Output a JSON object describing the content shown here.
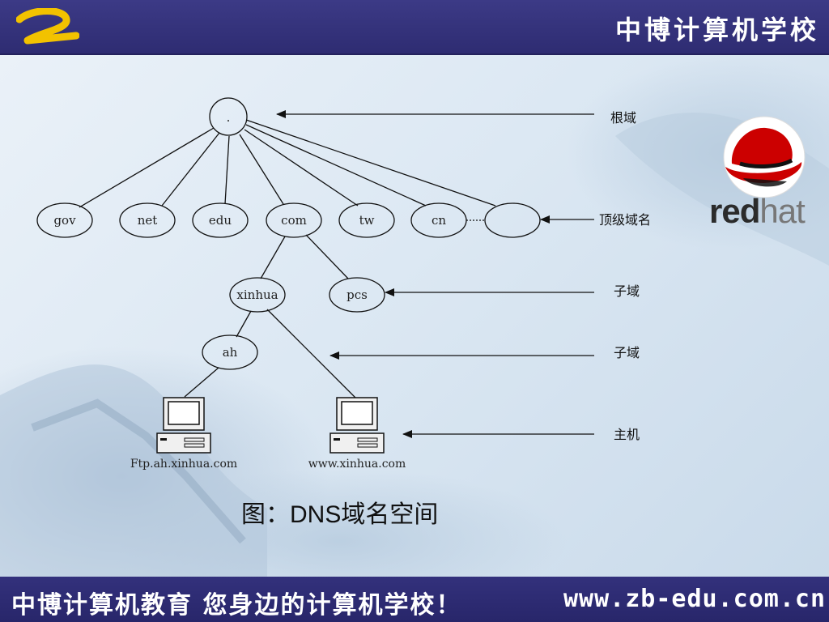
{
  "header": {
    "school_name": "中博计算机学校",
    "logo_icon": "zb-swoosh-logo",
    "header_color": "#35337c",
    "logo_color": "#f2c200"
  },
  "brand": {
    "redhat_red": "red",
    "redhat_hat": "hat",
    "redhat_color": "#cc0000"
  },
  "diagram": {
    "root": ".",
    "top_level": [
      "gov",
      "net",
      "edu",
      "com",
      "tw",
      "cn",
      ""
    ],
    "subdomains": [
      "xinhua",
      "pcs",
      "ah"
    ],
    "hosts": [
      "Ftp.ah.xinhua.com",
      "www.xinhua.com"
    ],
    "host_icon": "desktop-computer-icon",
    "labels": {
      "root": "根域",
      "top_level": "顶级域名",
      "subdomain_1": "子域",
      "subdomain_2": "子域",
      "host": "主机"
    },
    "caption": "图：DNS域名空间"
  },
  "footer": {
    "slogan": "中博计算机教育  您身边的计算机学校！",
    "url": "www.zb-edu.com.cn"
  }
}
